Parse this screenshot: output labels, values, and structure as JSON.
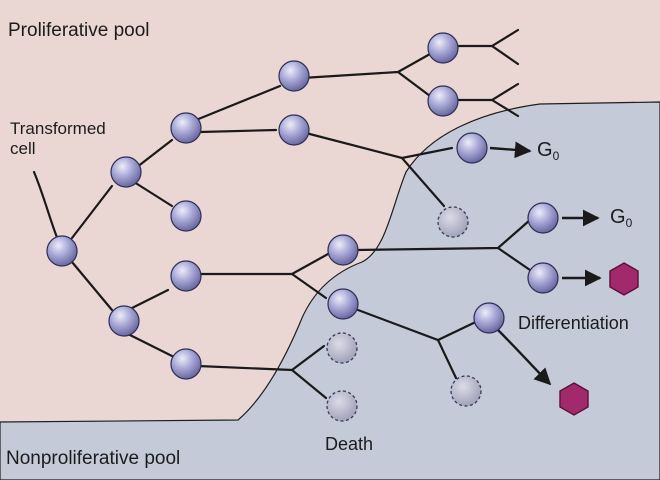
{
  "labels": {
    "proliferative_pool": "Proliferative pool",
    "transformed_line1": "Transformed",
    "transformed_line2": "cell",
    "g0_upper_base": "G",
    "g0_upper_sub": "0",
    "g0_lower_base": "G",
    "g0_lower_sub": "0",
    "differentiation": "Differentiation",
    "death": "Death",
    "nonproliferative_pool": "Nonproliferative pool"
  },
  "colors": {
    "proliferative_bg": "#ead6d3",
    "nonproliferative_bg": "#c4cad8",
    "cell_fill": "#9c9ccc",
    "cell_highlight": "#ececfa",
    "cell_outline": "#2e2e54",
    "dead_cell_fill": "#b0b0c4",
    "differentiated_cell": "#a22a6c",
    "line": "#1a1a1a"
  }
}
